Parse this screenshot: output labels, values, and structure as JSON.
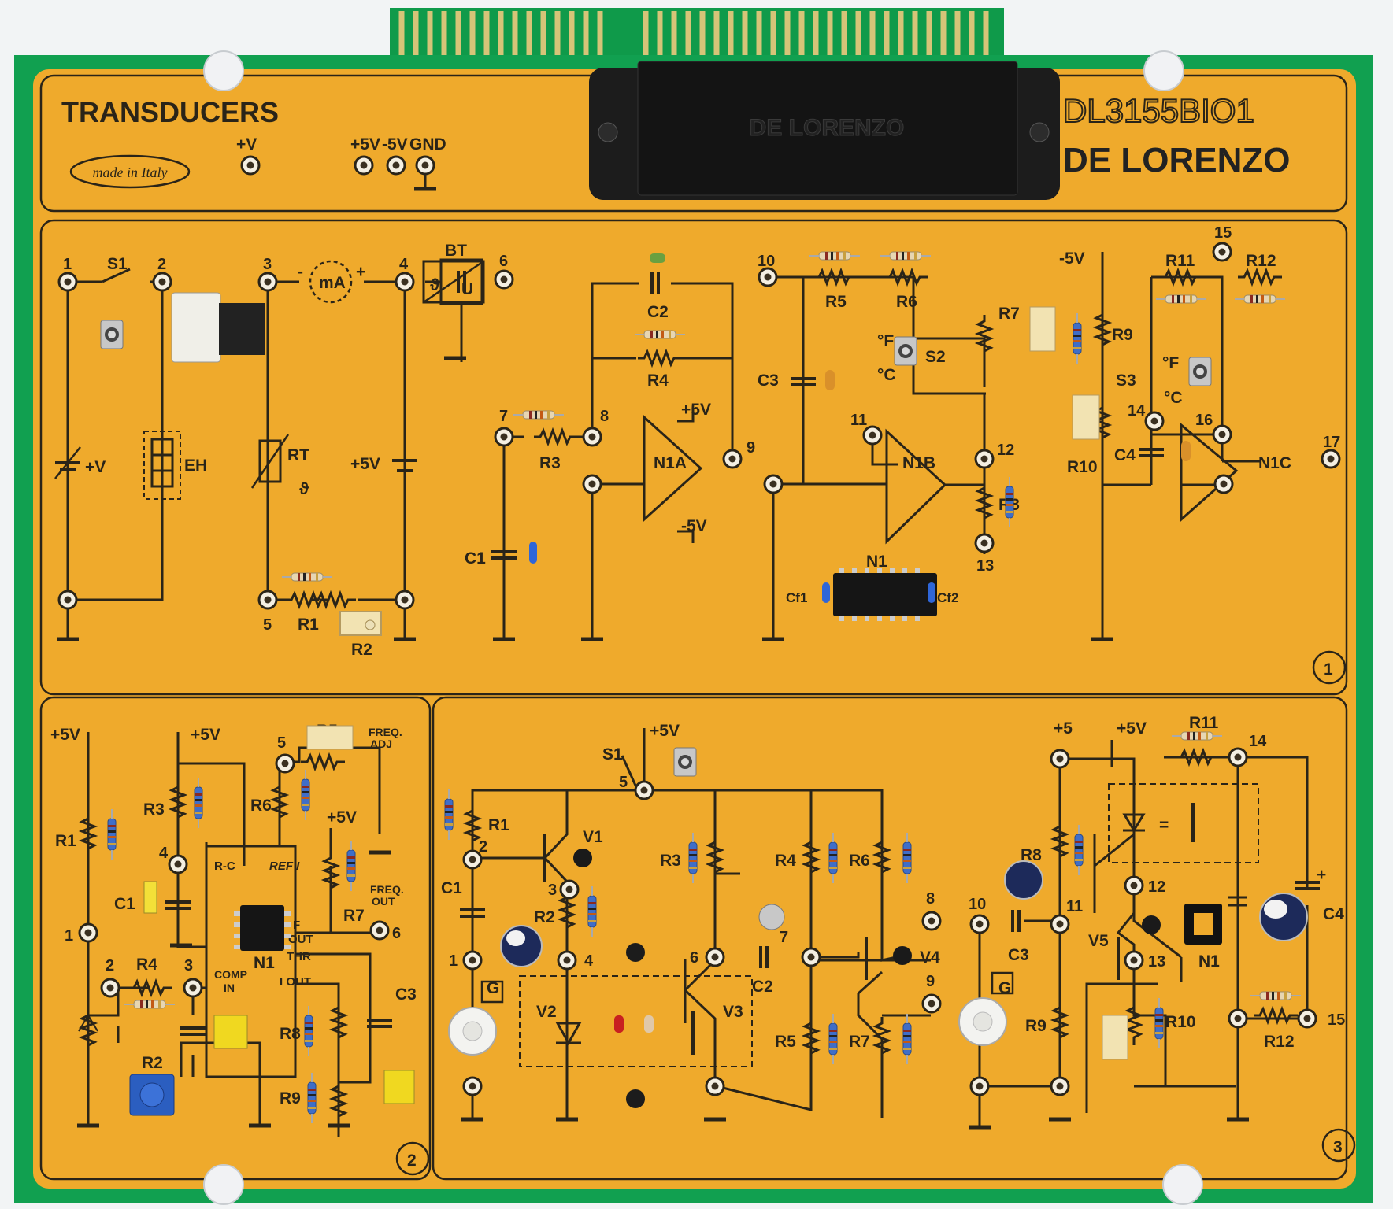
{
  "board": {
    "title": "TRANSDUCERS",
    "made_in": "made in Italy",
    "model": "DL3155BIO1",
    "brand": "DE LORENZO",
    "connector_brand": "DE LORENZO"
  },
  "supply": {
    "v": "+V",
    "p5": "+5V",
    "m5": "-5V",
    "gnd": "GND"
  },
  "section1": {
    "number": "1",
    "pins": [
      "1",
      "2",
      "3",
      "4",
      "5",
      "6",
      "7",
      "8",
      "9",
      "10",
      "11",
      "12",
      "13",
      "14",
      "15",
      "16",
      "17"
    ],
    "components": {
      "S1": "S1",
      "S2": "S2",
      "S3": "S3",
      "BT": "BT",
      "mA": "mA",
      "U": "U",
      "theta": "ϑ",
      "RT": "RT",
      "EH": "EH",
      "plusV": "+V",
      "plus5V": "+5V",
      "minus5V": "-5V",
      "R1": "R1",
      "R2": "R2",
      "R3": "R3",
      "R4": "R4",
      "R5": "R5",
      "R6": "R6",
      "R7": "R7",
      "R8": "R8",
      "R9": "R9",
      "R10": "R10",
      "R11": "R11",
      "R12": "R12",
      "C1": "C1",
      "C2": "C2",
      "C3": "C3",
      "C4": "C4",
      "N1": "N1",
      "N1A": "N1A",
      "N1B": "N1B",
      "N1C": "N1C",
      "Cf1": "Cf1",
      "Cf2": "Cf2",
      "degF": "°F",
      "degC": "°C",
      "minus": "-",
      "plus": "+"
    }
  },
  "section2": {
    "number": "2",
    "pins": [
      "1",
      "2",
      "3",
      "4",
      "5",
      "6"
    ],
    "components": {
      "plus5V": "+5V",
      "R1": "R1",
      "R2": "R2",
      "R3": "R3",
      "R4": "R4",
      "R5": "R5",
      "R6": "R6",
      "R7": "R7",
      "R8": "R8",
      "R9": "R9",
      "C1": "C1",
      "C3": "C3",
      "N1": "N1",
      "RC": "R-C",
      "REF": "REF I",
      "F": "F",
      "OUT": "OUT",
      "THR": "THR",
      "IOUT": "I OUT",
      "COMP": "COMP",
      "IN": "IN",
      "FREQ": "FREQ.",
      "ADJ": "ADJ",
      "FREQ2": "FREQ.",
      "OUT2": "OUT"
    }
  },
  "section3": {
    "number": "3",
    "pins": [
      "1",
      "2",
      "3",
      "4",
      "5",
      "6",
      "7",
      "8",
      "9",
      "10",
      "11",
      "12",
      "13",
      "14",
      "15"
    ],
    "components": {
      "S1": "S1",
      "plus5V": "+5V",
      "plus5": "+5",
      "R1": "R1",
      "R2": "R2",
      "R3": "R3",
      "R4": "R4",
      "R5": "R5",
      "R6": "R6",
      "R7": "R7",
      "R8": "R8",
      "R9": "R9",
      "R10": "R10",
      "R11": "R11",
      "R12": "R12",
      "C1": "C1",
      "C2": "C2",
      "C3": "C3",
      "C4": "C4",
      "V1": "V1",
      "V2": "V2",
      "V3": "V3",
      "V4": "V4",
      "V5": "V5",
      "N1": "N1",
      "G": "G",
      "plus": "+",
      "eq": "="
    }
  },
  "colors": {
    "pcb": "#11a050",
    "panel": "#efaa2c",
    "ink": "#2a2418",
    "edge": "#d7b03a",
    "connector": "#1c1c1c"
  }
}
